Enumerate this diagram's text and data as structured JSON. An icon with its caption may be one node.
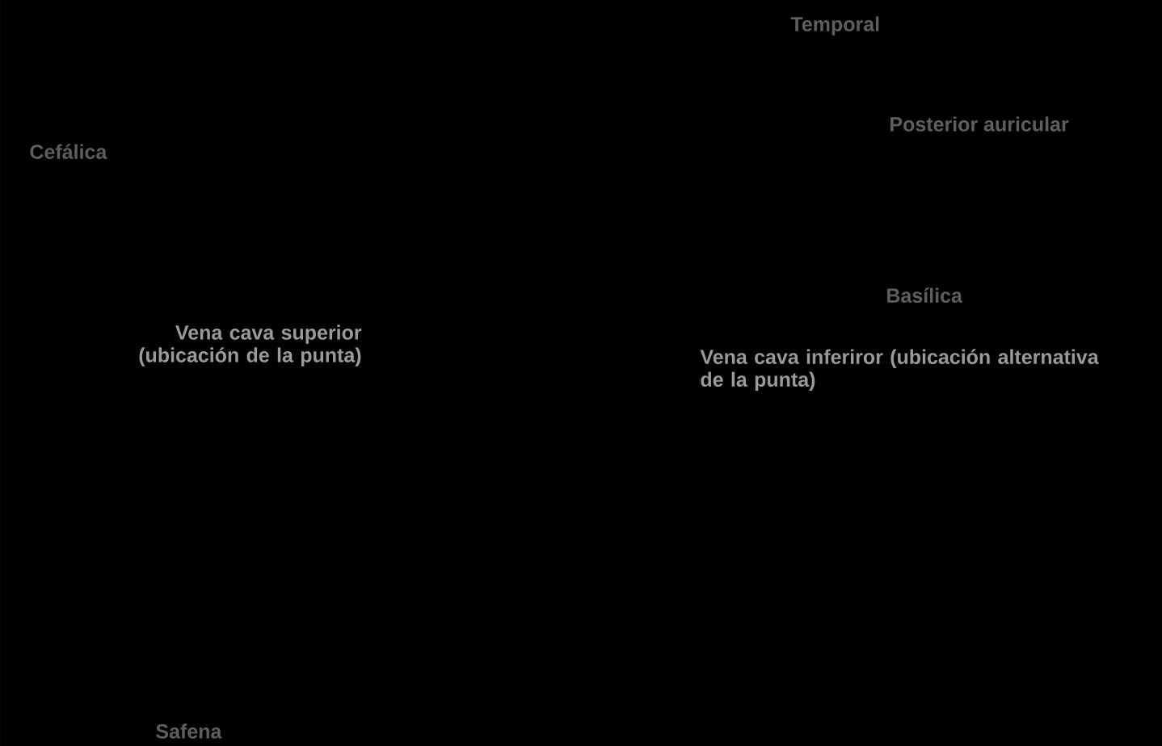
{
  "diagram": {
    "labels": [
      "Temporal",
      "Posterior auricular",
      "Cefálica",
      "Basílica",
      "Vena cava superior (ubicación de la punta)",
      "Vena cava inferiror (ubicación alternativa de la punta)",
      "Safena"
    ]
  }
}
